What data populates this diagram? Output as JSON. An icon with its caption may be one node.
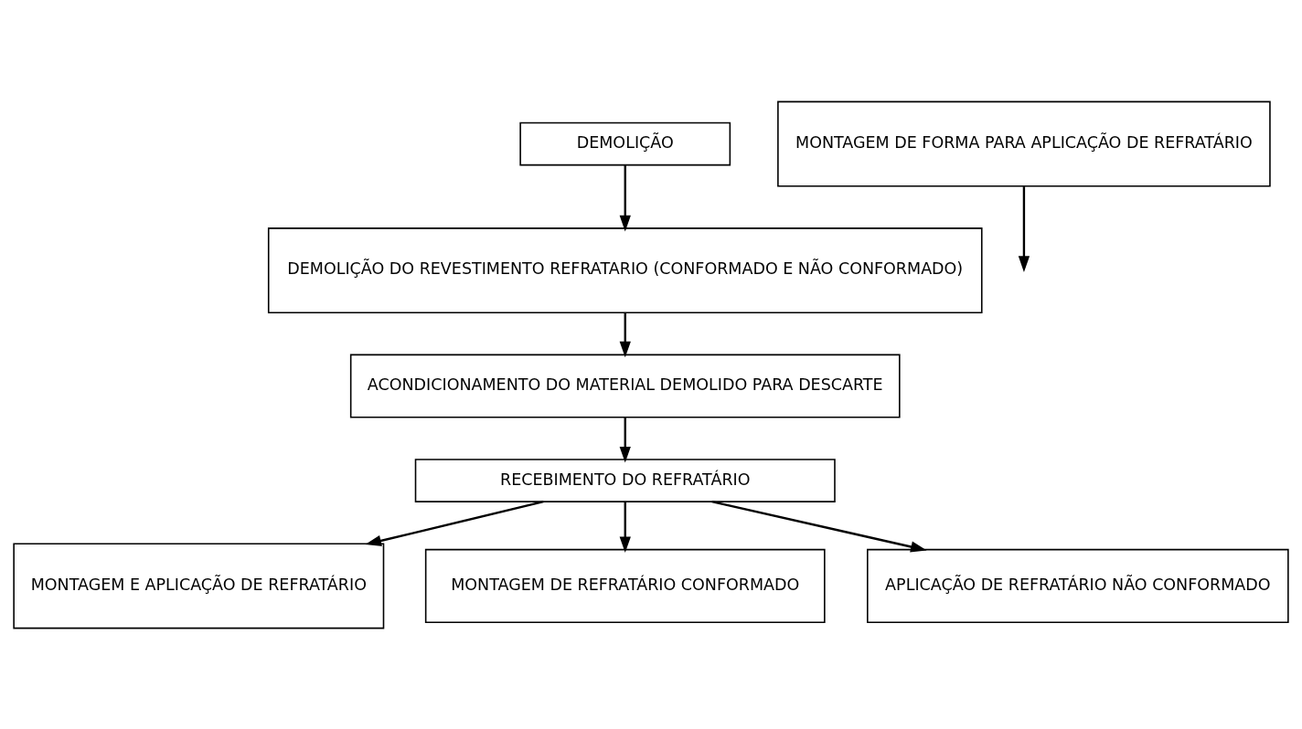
{
  "diagram": {
    "nodes": [
      {
        "text": [
          "DEMOLIÇÃO"
        ]
      },
      {
        "text": [
          "DEMOLIÇÃO DO REVESTIMENTO REFRATARIO (CONFORMADO E NÃO CONFORMADO)"
        ]
      },
      {
        "text": [
          "ACONDICIONAMENTO DO MATERIAL DEMOLIDO PARA DESCARTE"
        ]
      },
      {
        "text": [
          "RECEBIMENTO DO REFRATÁRIO"
        ]
      },
      {
        "text": [
          "MONTAGEM E APLICAÇÃO DE REFRATÁRIO"
        ]
      },
      {
        "text": [
          "MONTAGEM DE REFRATÁRIO CONFORMADO"
        ]
      },
      {
        "text": [
          "MONTAGEM DE FORMA PARA APLICAÇÃO DE REFRATÁRIO"
        ]
      },
      {
        "text": [
          "APLICAÇÃO DE REFRATÁRIO NÃO CONFORMADO"
        ]
      }
    ],
    "edges": [
      {
        "from": 0,
        "to": 1,
        "arrow": "to"
      },
      {
        "from": 1,
        "to": 2,
        "arrow": "to"
      },
      {
        "from": 2,
        "to": 3,
        "arrow": "to"
      },
      {
        "from": 3,
        "to": 5,
        "arrow": "to"
      },
      {
        "from": 3,
        "to": 4,
        "arrow": "to"
      },
      {
        "from": 3,
        "to": 7,
        "arrow": "to"
      },
      {
        "from": 6,
        "to": null,
        "arrow": "to"
      }
    ]
  }
}
